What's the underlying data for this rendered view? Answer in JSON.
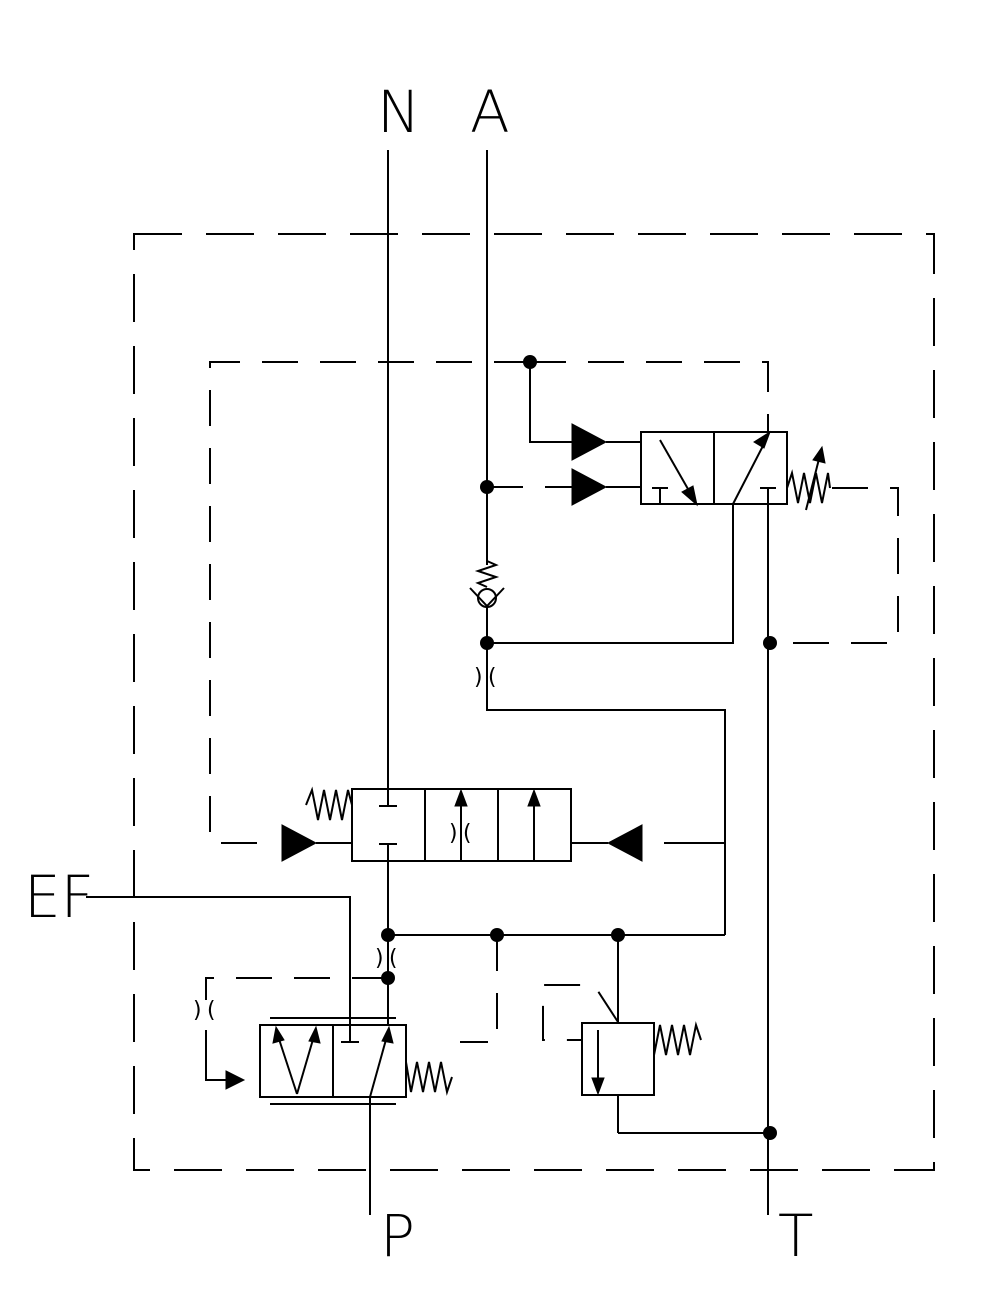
{
  "ports": {
    "n": "N",
    "a": "A",
    "ef": "EF",
    "p": "P",
    "t": "T"
  }
}
